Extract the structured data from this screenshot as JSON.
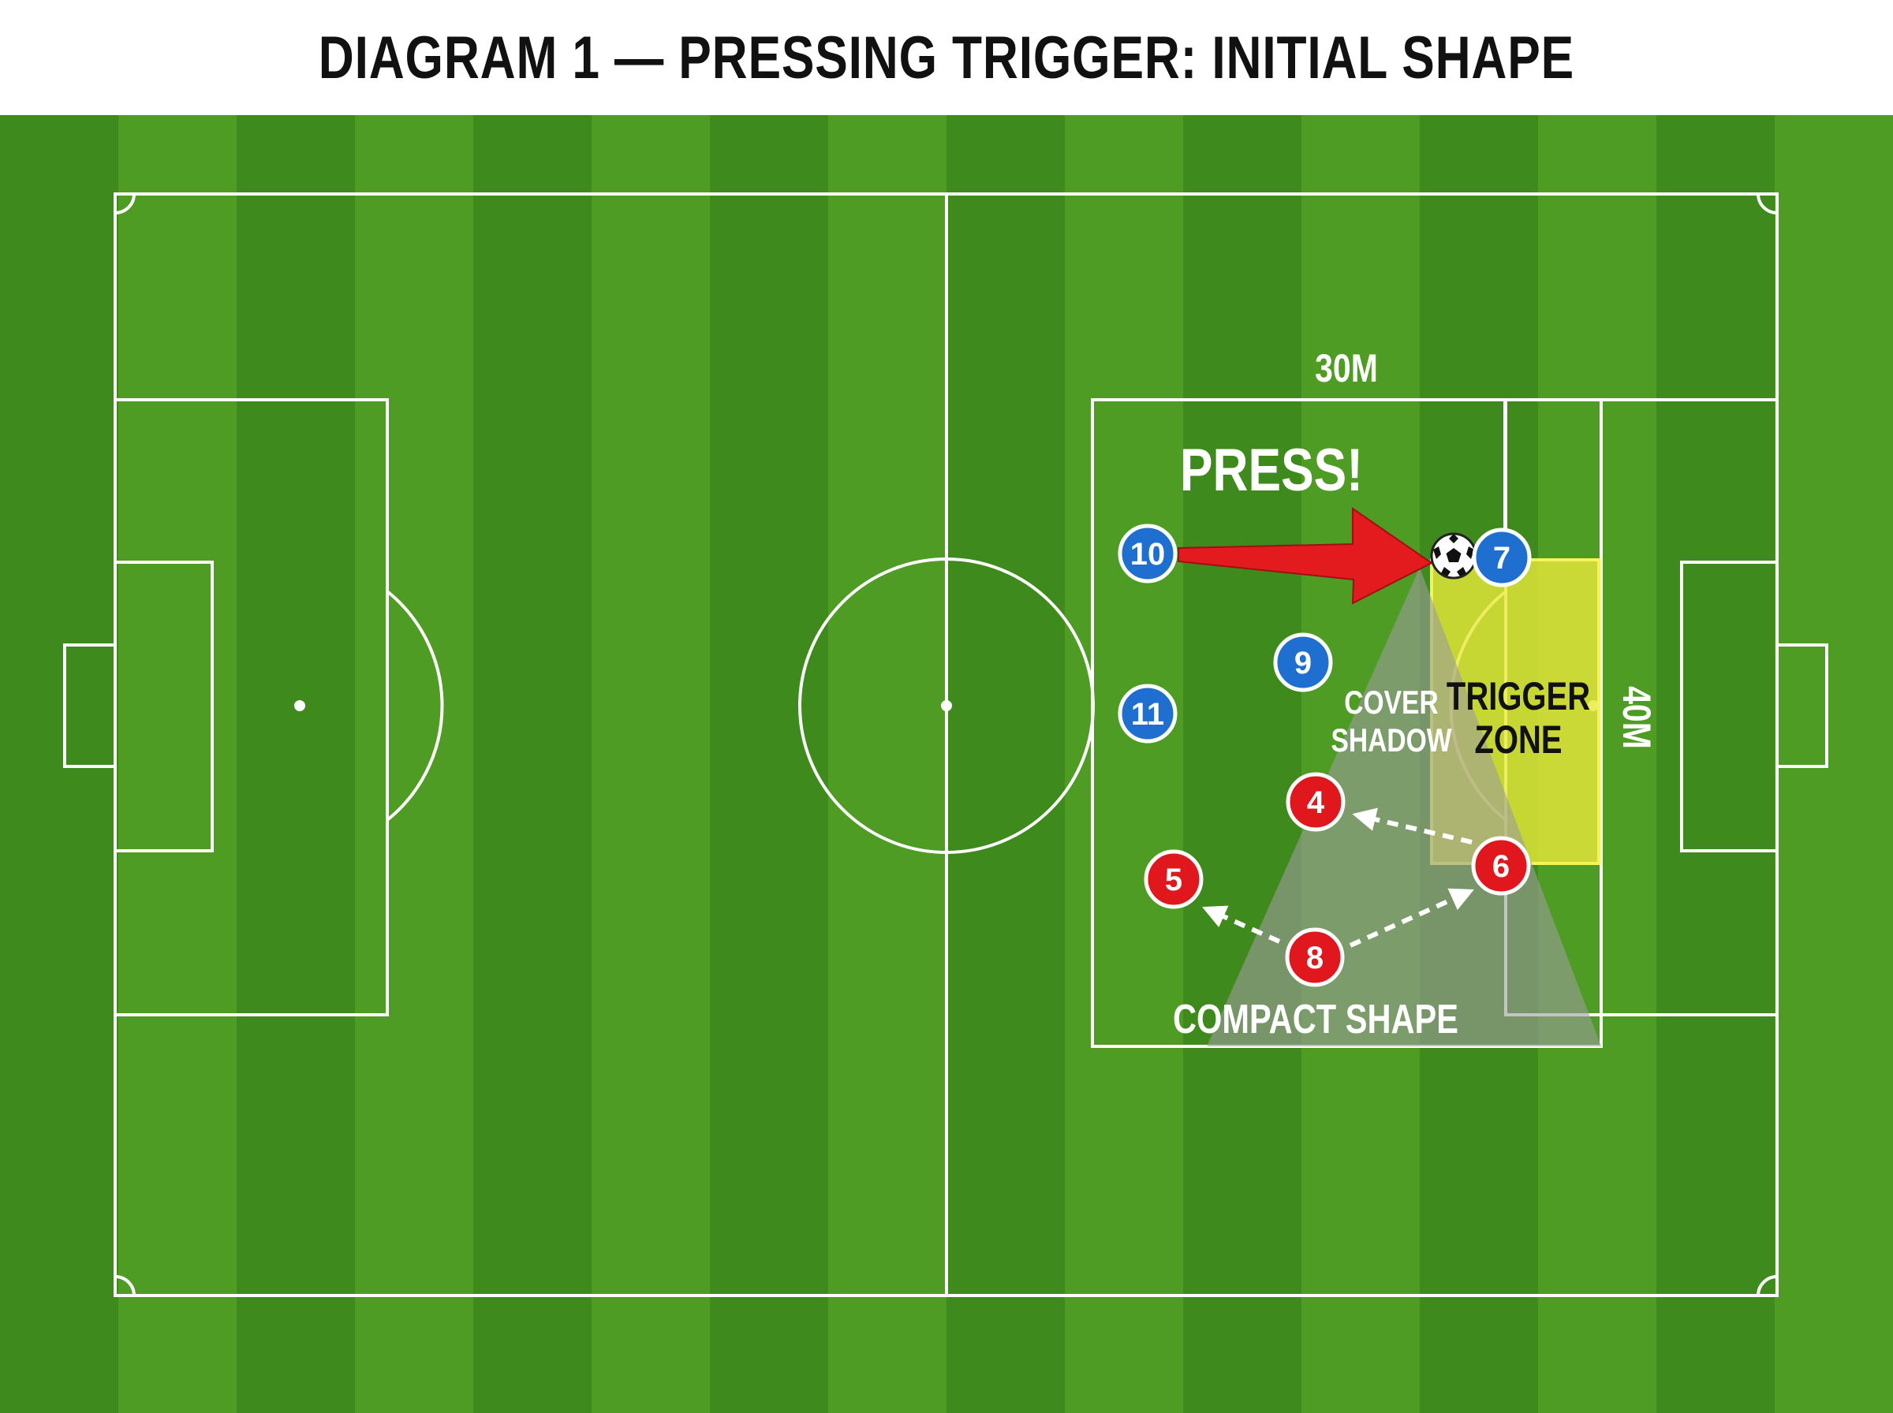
{
  "title": "DIAGRAM 1 — PRESSING TRIGGER: INITIAL SHAPE",
  "labels": {
    "press": "PRESS!",
    "zone_width": "30M",
    "zone_length": "40M",
    "trigger_zone": [
      "TRIGGER",
      "ZONE"
    ],
    "cover_shadow": [
      "COVER",
      "SHADOW"
    ],
    "compact_shape": "COMPACT SHAPE"
  },
  "players": {
    "blue": [
      {
        "number": "10"
      },
      {
        "number": "7"
      },
      {
        "number": "9"
      },
      {
        "number": "11"
      }
    ],
    "red": [
      {
        "number": "4"
      },
      {
        "number": "6"
      },
      {
        "number": "5"
      },
      {
        "number": "8"
      }
    ]
  },
  "colors": {
    "pitch_dark": "#3f8a1c",
    "pitch_light": "#4f9c25",
    "line": "#ffffff",
    "blue_player": "#1f6fd1",
    "red_player": "#e0181d",
    "press_arrow": "#e31b1f",
    "trigger_zone": "#e8e83a",
    "cover_shadow": "#8a8a8a"
  },
  "icons": {
    "ball": "soccer-ball-icon",
    "press_arrow": "arrow-right-icon",
    "movement_arrows": "dashed-arrow-icon"
  }
}
